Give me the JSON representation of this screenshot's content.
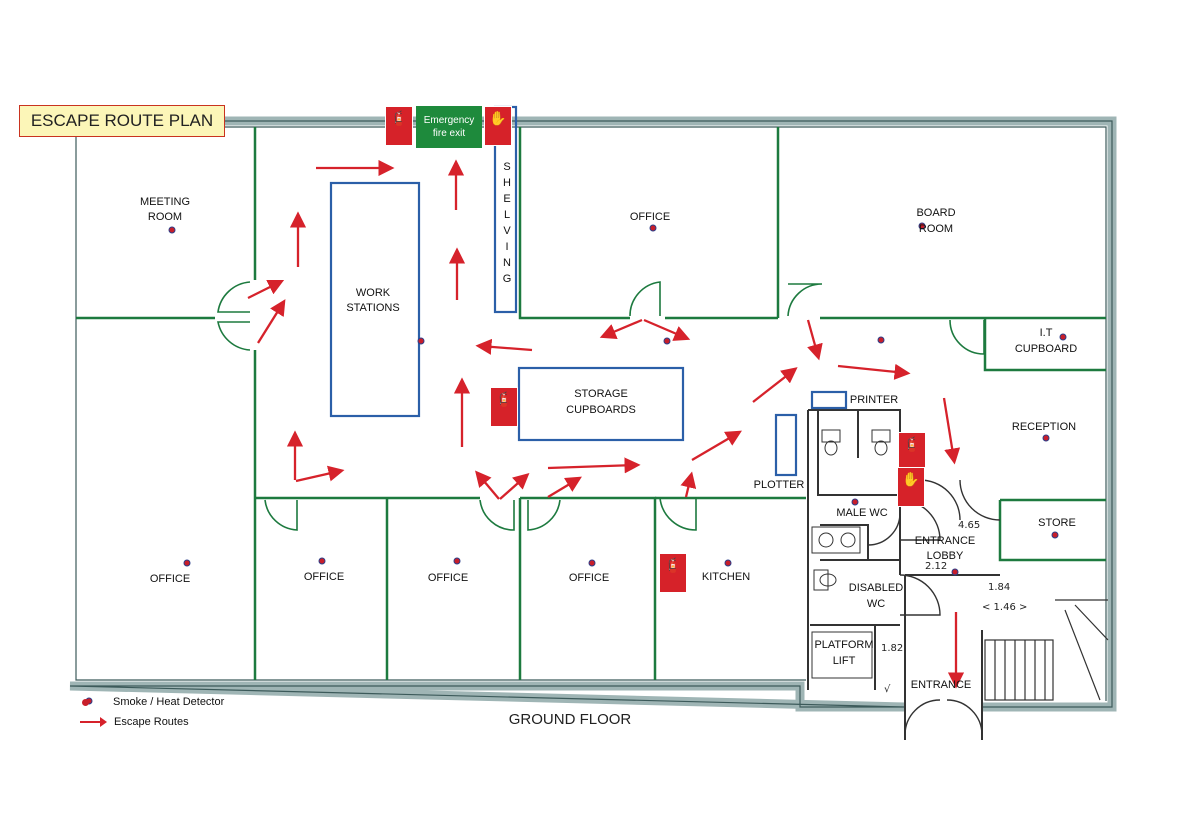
{
  "title": "ESCAPE ROUTE PLAN",
  "floor_label": "GROUND FLOOR",
  "emergency_exit": {
    "line1": "Emergency",
    "line2": "fire exit"
  },
  "shelving_letters": [
    "S",
    "H",
    "E",
    "L",
    "V",
    "I",
    "N",
    "G"
  ],
  "rooms": {
    "meeting_room": [
      "MEETING",
      "ROOM"
    ],
    "work_stations": [
      "WORK",
      "STATIONS"
    ],
    "office_top": "OFFICE",
    "board_room": [
      "BOARD",
      "ROOM"
    ],
    "it_cupboard": [
      "I.T",
      "CUPBOARD"
    ],
    "storage": [
      "STORAGE",
      "CUPBOARDS"
    ],
    "printer": "PRINTER",
    "reception": "RECEPTION",
    "plotter": "PLOTTER",
    "male_wc": "MALE WC",
    "store": "STORE",
    "entrance_lobby": [
      "ENTRANCE",
      "LOBBY"
    ],
    "disabled_wc": [
      "DISABLED",
      "WC"
    ],
    "platform_lift": [
      "PLATFORM",
      "LIFT"
    ],
    "entrance": "ENTRANCE",
    "office_bl": "OFFICE",
    "office_2": "OFFICE",
    "office_3": "OFFICE",
    "office_4": "OFFICE",
    "kitchen": "KITCHEN"
  },
  "handwritten": {
    "d1": "4.65",
    "d2": "2.12",
    "d3": "1.84",
    "d4": "< 1.46 >",
    "d5": "1.82",
    "d6": "√"
  },
  "legend": {
    "detector": "Smoke / Heat Detector",
    "routes": "Escape Routes"
  },
  "colors": {
    "wall": "#1d7a3f",
    "outer_wall": "#9fb5b5",
    "arrow": "#d6222b",
    "detector": "#c81e2a",
    "furniture": "#2b5fa8",
    "title_bg": "#fcf6b8",
    "exit_green": "#1e8a3c",
    "extinguisher_red": "#d62229"
  },
  "icons": [
    "fire-extinguisher-icon",
    "fire-alarm-point-icon",
    "smoke-detector-icon",
    "escape-arrow-icon"
  ]
}
